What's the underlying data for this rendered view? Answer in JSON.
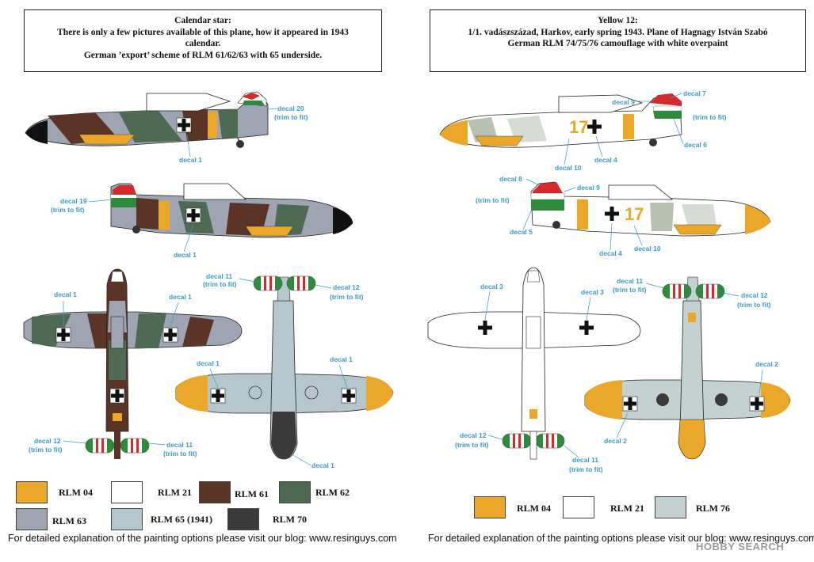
{
  "left_profile": {
    "title_lines": [
      "Calendar star:",
      "There is only a few pictures available of this plane,  how it appeared in 1943",
      "calendar.",
      "German ’export’ scheme of RLM 61/62/63 with 65 underside."
    ],
    "decal_labels": {
      "side1_decal20": [
        "decal 20",
        "(trim to fit)"
      ],
      "side1_decal1": "decal 1",
      "side2_decal19": [
        "decal 19",
        "(trim to fit)"
      ],
      "side2_decal1": "decal 1",
      "top_decal1_left": "decal 1",
      "top_decal1_right": "decal 1",
      "top_decal12": [
        "decal 12",
        "(trim to fit)"
      ],
      "top_decal11": [
        "decal 11",
        "(trim to fit)"
      ],
      "bottom_decal11": [
        "decal 11",
        "(trim to fit)"
      ],
      "bottom_decal12": [
        "decal 12",
        "(trim to fit)"
      ],
      "bottom_decal1_left": "decal 1",
      "bottom_decal1_right": "decal 1",
      "bottom_decal1_tail": "decal 1"
    },
    "colors": [
      {
        "label": "RLM 04",
        "hex": "#eaa72a"
      },
      {
        "label": "RLM 21",
        "hex": "#ffffff"
      },
      {
        "label": "RLM 61",
        "hex": "#5a3427"
      },
      {
        "label": "RLM 62",
        "hex": "#4f6a52"
      },
      {
        "label": "RLM 63",
        "hex": "#9ea4b2"
      },
      {
        "label": "RLM 65 (1941)",
        "hex": "#b5c7cc"
      },
      {
        "label": "RLM 70",
        "hex": "#3a3a3a"
      }
    ],
    "footer": "For detailed explanation of the painting options please visit our blog: www.resinguys.com"
  },
  "right_profile": {
    "title_lines": [
      "Yellow 12:",
      "1/1. vadászszázad, Harkov, early spring 1943. Plane of Hagnagy István Szabó",
      "German RLM  74/75/76 camouflage with white overpaint"
    ],
    "fuselage_number": "17",
    "decal_labels": {
      "side1_decal7": "decal 7",
      "side1_decal9": "decal 9",
      "side1_trim": "(trim to fit)",
      "side1_decal6": "decal 6",
      "side1_decal4": "decal 4",
      "side1_decal10": "decal 10",
      "side2_decal8": "decal 8",
      "side2_decal9": "decal 9",
      "side2_trim": "(trim to fit)",
      "side2_decal5": "decal 5",
      "side2_decal4": "decal 4",
      "side2_decal10": "decal 10",
      "top_decal3_left": "decal 3",
      "top_decal3_right": "decal 3",
      "top_decal12": [
        "decal 12",
        "(trim to fit)"
      ],
      "top_decal11": [
        "decal 11",
        "(trim to fit)"
      ],
      "bottom_decal11": [
        "decal 11",
        "(trim to fit)"
      ],
      "bottom_decal12": [
        "decal 12",
        "(trim to fit)"
      ],
      "bottom_decal2_right": "decal 2",
      "bottom_decal2_left": "decal 2"
    },
    "colors": [
      {
        "label": "RLM 04",
        "hex": "#eaa72a"
      },
      {
        "label": "RLM 21",
        "hex": "#ffffff"
      },
      {
        "label": "RLM 76",
        "hex": "#c3d1d1"
      }
    ],
    "footer": "For detailed explanation of the painting options please visit our blog: www.resinguys.com"
  },
  "watermark": "HOBBY SEARCH"
}
